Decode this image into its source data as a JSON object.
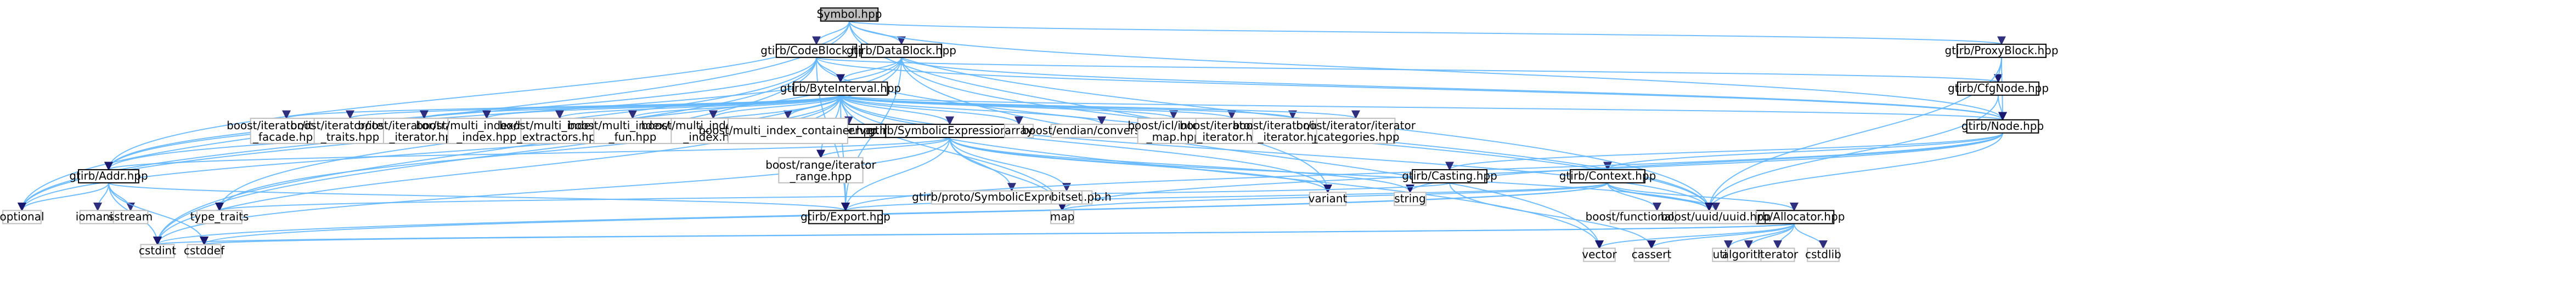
{
  "diagram": {
    "nodes": [
      {
        "id": "symbol",
        "lines": [
          "Symbol.hpp"
        ],
        "kind": "root"
      },
      {
        "id": "codeblock",
        "lines": [
          "gtirb/CodeBlock.hpp"
        ],
        "kind": "internal"
      },
      {
        "id": "datablock",
        "lines": [
          "gtirb/DataBlock.hpp"
        ],
        "kind": "internal"
      },
      {
        "id": "proxyblock",
        "lines": [
          "gtirb/ProxyBlock.hpp"
        ],
        "kind": "internal"
      },
      {
        "id": "byteinterval",
        "lines": [
          "gtirb/ByteInterval.hpp"
        ],
        "kind": "internal"
      },
      {
        "id": "cfgnode",
        "lines": [
          "gtirb/CfgNode.hpp"
        ],
        "kind": "internal"
      },
      {
        "id": "node",
        "lines": [
          "gtirb/Node.hpp"
        ],
        "kind": "internal"
      },
      {
        "id": "addr",
        "lines": [
          "gtirb/Addr.hpp"
        ],
        "kind": "internal"
      },
      {
        "id": "observer",
        "lines": [
          "gtirb/Observer.hpp"
        ],
        "kind": "internal"
      },
      {
        "id": "symexpr",
        "lines": [
          "gtirb/SymbolicExpression.hpp"
        ],
        "kind": "internal"
      },
      {
        "id": "casting",
        "lines": [
          "gtirb/Casting.hpp"
        ],
        "kind": "internal"
      },
      {
        "id": "context",
        "lines": [
          "gtirb/Context.hpp"
        ],
        "kind": "internal"
      },
      {
        "id": "allocator",
        "lines": [
          "gtirb/Allocator.hpp"
        ],
        "kind": "internal"
      },
      {
        "id": "export",
        "lines": [
          "gtirb/Export.hpp"
        ],
        "kind": "internal"
      },
      {
        "id": "it_facade",
        "lines": [
          "boost/iterator/iterator",
          "_facade.hpp"
        ],
        "kind": "leaf"
      },
      {
        "id": "it_traits",
        "lines": [
          "boost/iterator/iterator",
          "_traits.hpp"
        ],
        "kind": "leaf"
      },
      {
        "id": "transform_it",
        "lines": [
          "boost/iterator/transform",
          "_iterator.hpp"
        ],
        "kind": "leaf"
      },
      {
        "id": "hashed_index",
        "lines": [
          "boost/multi_index/hashed",
          "_index.hpp"
        ],
        "kind": "leaf"
      },
      {
        "id": "key_extractors",
        "lines": [
          "boost/multi_index/key",
          "_extractors.hpp"
        ],
        "kind": "leaf"
      },
      {
        "id": "mem_fun",
        "lines": [
          "boost/multi_index/mem",
          "_fun.hpp"
        ],
        "kind": "leaf"
      },
      {
        "id": "ordered_index",
        "lines": [
          "boost/multi_index/ordered",
          "_index.hpp"
        ],
        "kind": "leaf"
      },
      {
        "id": "mi_container",
        "lines": [
          "boost/multi_index_container.hpp"
        ],
        "kind": "leaf"
      },
      {
        "id": "array",
        "lines": [
          "array"
        ],
        "kind": "leaf"
      },
      {
        "id": "endian",
        "lines": [
          "boost/endian/conversion.hpp"
        ],
        "kind": "leaf"
      },
      {
        "id": "interval_map",
        "lines": [
          "boost/icl/interval",
          "_map.hpp"
        ],
        "kind": "leaf"
      },
      {
        "id": "filter_it",
        "lines": [
          "boost/iterator/filter",
          "_iterator.hpp"
        ],
        "kind": "leaf"
      },
      {
        "id": "indirect_it",
        "lines": [
          "boost/iterator/indirect",
          "_iterator.hpp"
        ],
        "kind": "leaf"
      },
      {
        "id": "it_categories",
        "lines": [
          "boost/iterator/iterator",
          "_categories.hpp"
        ],
        "kind": "leaf"
      },
      {
        "id": "range",
        "lines": [
          "boost/range/iterator",
          "_range.hpp"
        ],
        "kind": "leaf"
      },
      {
        "id": "proto_symexpr",
        "lines": [
          "gtirb/proto/SymbolicExpression.pb.h"
        ],
        "kind": "leaf"
      },
      {
        "id": "bitset",
        "lines": [
          "bitset"
        ],
        "kind": "leaf"
      },
      {
        "id": "variant",
        "lines": [
          "variant"
        ],
        "kind": "leaf"
      },
      {
        "id": "string",
        "lines": [
          "string"
        ],
        "kind": "leaf"
      },
      {
        "id": "optional",
        "lines": [
          "optional"
        ],
        "kind": "leaf"
      },
      {
        "id": "iomanip",
        "lines": [
          "iomanip"
        ],
        "kind": "leaf"
      },
      {
        "id": "sstream",
        "lines": [
          "sstream"
        ],
        "kind": "leaf"
      },
      {
        "id": "type_traits",
        "lines": [
          "type_traits"
        ],
        "kind": "leaf"
      },
      {
        "id": "map",
        "lines": [
          "map"
        ],
        "kind": "leaf"
      },
      {
        "id": "functional",
        "lines": [
          "functional"
        ],
        "kind": "leaf"
      },
      {
        "id": "func_hash",
        "lines": [
          "boost/functional/hash.hpp"
        ],
        "kind": "leaf"
      },
      {
        "id": "uuid",
        "lines": [
          "boost/uuid/uuid.hpp"
        ],
        "kind": "leaf"
      },
      {
        "id": "cstdint",
        "lines": [
          "cstdint"
        ],
        "kind": "leaf"
      },
      {
        "id": "cstddef",
        "lines": [
          "cstddef"
        ],
        "kind": "leaf"
      },
      {
        "id": "cassert",
        "lines": [
          "cassert"
        ],
        "kind": "leaf"
      },
      {
        "id": "vector",
        "lines": [
          "vector"
        ],
        "kind": "leaf"
      },
      {
        "id": "utility",
        "lines": [
          "utility"
        ],
        "kind": "leaf"
      },
      {
        "id": "algorithm",
        "lines": [
          "algorithm"
        ],
        "kind": "leaf"
      },
      {
        "id": "iterator",
        "lines": [
          "iterator"
        ],
        "kind": "leaf"
      },
      {
        "id": "cstdlib",
        "lines": [
          "cstdlib"
        ],
        "kind": "leaf"
      }
    ],
    "edges": [
      [
        "symbol",
        "codeblock"
      ],
      [
        "symbol",
        "datablock"
      ],
      [
        "symbol",
        "proxyblock"
      ],
      [
        "symbol",
        "addr"
      ],
      [
        "symbol",
        "node"
      ],
      [
        "symbol",
        "optional"
      ],
      [
        "symbol",
        "functional"
      ],
      [
        "symbol",
        "variant"
      ],
      [
        "codeblock",
        "byteinterval"
      ],
      [
        "codeblock",
        "cfgnode"
      ],
      [
        "codeblock",
        "addr"
      ],
      [
        "codeblock",
        "optional"
      ],
      [
        "codeblock",
        "cstdint"
      ],
      [
        "codeblock",
        "export"
      ],
      [
        "codeblock",
        "node"
      ],
      [
        "codeblock",
        "functional"
      ],
      [
        "codeblock",
        "type_traits"
      ],
      [
        "datablock",
        "byteinterval"
      ],
      [
        "datablock",
        "node"
      ],
      [
        "datablock",
        "addr"
      ],
      [
        "datablock",
        "optional"
      ],
      [
        "datablock",
        "cstdint"
      ],
      [
        "datablock",
        "functional"
      ],
      [
        "datablock",
        "vector"
      ],
      [
        "datablock",
        "export"
      ],
      [
        "proxyblock",
        "cfgnode"
      ],
      [
        "proxyblock",
        "node"
      ],
      [
        "proxyblock",
        "functional"
      ],
      [
        "cfgnode",
        "node"
      ],
      [
        "cfgnode",
        "functional"
      ],
      [
        "byteinterval",
        "it_facade"
      ],
      [
        "byteinterval",
        "it_traits"
      ],
      [
        "byteinterval",
        "transform_it"
      ],
      [
        "byteinterval",
        "hashed_index"
      ],
      [
        "byteinterval",
        "key_extractors"
      ],
      [
        "byteinterval",
        "mem_fun"
      ],
      [
        "byteinterval",
        "ordered_index"
      ],
      [
        "byteinterval",
        "mi_container"
      ],
      [
        "byteinterval",
        "observer"
      ],
      [
        "byteinterval",
        "symexpr"
      ],
      [
        "byteinterval",
        "array"
      ],
      [
        "byteinterval",
        "endian"
      ],
      [
        "byteinterval",
        "interval_map"
      ],
      [
        "byteinterval",
        "filter_it"
      ],
      [
        "byteinterval",
        "indirect_it"
      ],
      [
        "byteinterval",
        "it_categories"
      ],
      [
        "byteinterval",
        "node"
      ],
      [
        "byteinterval",
        "addr"
      ],
      [
        "byteinterval",
        "range"
      ],
      [
        "byteinterval",
        "optional"
      ],
      [
        "byteinterval",
        "variant"
      ],
      [
        "byteinterval",
        "map"
      ],
      [
        "byteinterval",
        "vector"
      ],
      [
        "byteinterval",
        "cstdint"
      ],
      [
        "byteinterval",
        "type_traits"
      ],
      [
        "byteinterval",
        "export"
      ],
      [
        "byteinterval",
        "functional"
      ],
      [
        "symexpr",
        "addr"
      ],
      [
        "symexpr",
        "range"
      ],
      [
        "symexpr",
        "proto_symexpr"
      ],
      [
        "symexpr",
        "bitset"
      ],
      [
        "symexpr",
        "variant"
      ],
      [
        "symexpr",
        "string"
      ],
      [
        "symexpr",
        "map"
      ],
      [
        "symexpr",
        "cstdint"
      ],
      [
        "symexpr",
        "functional"
      ],
      [
        "symexpr",
        "export"
      ],
      [
        "node",
        "string"
      ],
      [
        "node",
        "casting"
      ],
      [
        "node",
        "context"
      ],
      [
        "node",
        "export"
      ],
      [
        "node",
        "map"
      ],
      [
        "node",
        "functional"
      ],
      [
        "casting",
        "type_traits"
      ],
      [
        "casting",
        "cassert"
      ],
      [
        "context",
        "allocator"
      ],
      [
        "context",
        "export"
      ],
      [
        "context",
        "func_hash"
      ],
      [
        "context",
        "uuid"
      ],
      [
        "context",
        "map"
      ],
      [
        "context",
        "functional"
      ],
      [
        "context",
        "cstdint"
      ],
      [
        "context",
        "cstddef"
      ],
      [
        "allocator",
        "cassert"
      ],
      [
        "allocator",
        "cstddef"
      ],
      [
        "allocator",
        "cstdint"
      ],
      [
        "allocator",
        "cstdlib"
      ],
      [
        "allocator",
        "utility"
      ],
      [
        "allocator",
        "algorithm"
      ],
      [
        "allocator",
        "iterator"
      ],
      [
        "allocator",
        "vector"
      ],
      [
        "addr",
        "optional"
      ],
      [
        "addr",
        "iomanip"
      ],
      [
        "addr",
        "sstream"
      ],
      [
        "addr",
        "cstdint"
      ],
      [
        "addr",
        "cstddef"
      ],
      [
        "addr",
        "export"
      ]
    ]
  }
}
